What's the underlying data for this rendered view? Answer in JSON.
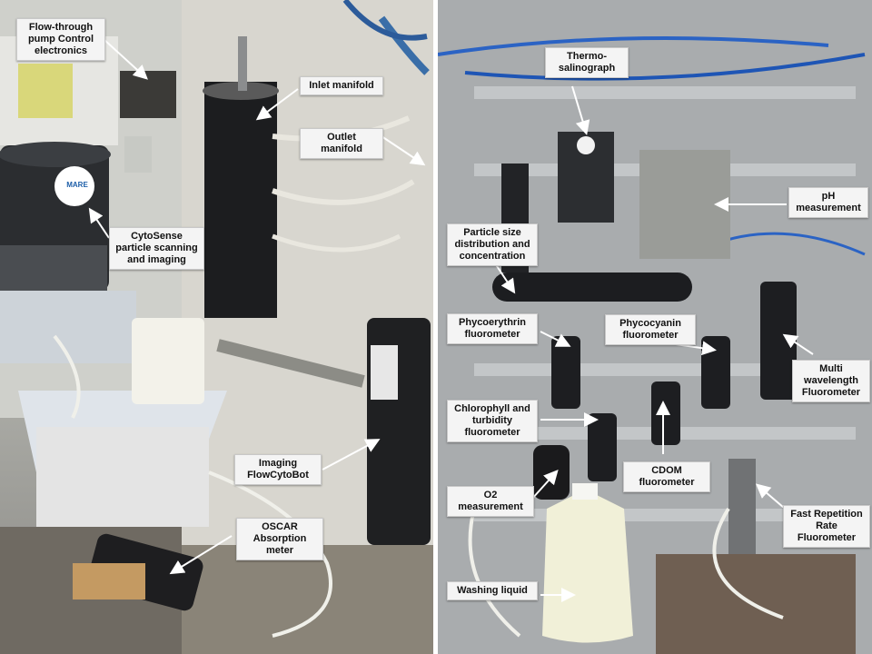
{
  "labels": {
    "flow_through": "Flow-through\npump Control\nelectronics",
    "cytosense": "CytoSense\nparticle scanning\nand imaging",
    "inlet_manifold": "Inlet manifold",
    "outlet_manifold": "Outlet manifold",
    "imaging_flowcytobot": "Imaging\nFlowCytoBot",
    "oscar": "OSCAR\nAbsorption\nmeter",
    "thermosalinograph": "Thermo-\nsalinograph",
    "ph": "pH\nmeasurement",
    "particle_size": "Particle size\ndistribution and\nconcentration",
    "phycoerythrin": "Phycoerythrin\nfluorometer",
    "phycocyanin": "Phycocyanin\nfluorometer",
    "multi_wavelength": "Multi\nwavelength\nFluorometer",
    "chlorophyll": "Chlorophyll  and\nturbidity\nfluorometer",
    "cdom": "CDOM\nfluorometer",
    "o2": "O2\nmeasurement",
    "fast_repetition": "Fast Repetition\nRate\nFluorometer",
    "washing_liquid": "Washing  liquid"
  },
  "instrument_badge_text": "MARE"
}
